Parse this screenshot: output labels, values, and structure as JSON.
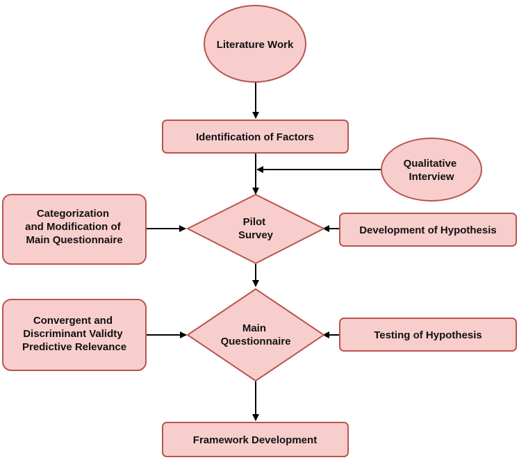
{
  "nodes": {
    "literature_work": [
      "Literature Work"
    ],
    "identification_of_factors": [
      "Identification of Factors"
    ],
    "qualitative_interview": [
      "Qualitative",
      "Interview"
    ],
    "categorization": [
      "Categorization",
      "and Modification of",
      "Main Questionnaire"
    ],
    "pilot_survey": [
      "Pilot",
      "Survey"
    ],
    "development_of_hypothesis": [
      "Development of Hypothesis"
    ],
    "convergent": [
      "Convergent and",
      "Discriminant Validty",
      "Predictive Relevance"
    ],
    "main_questionnaire": [
      "Main",
      "Questionnaire"
    ],
    "testing_of_hypothesis": [
      "Testing of Hypothesis"
    ],
    "framework_development": [
      "Framework Development"
    ]
  },
  "colors": {
    "node_fill": "#f8cecc",
    "node_stroke": "#b85450",
    "arrow": "#000000"
  }
}
